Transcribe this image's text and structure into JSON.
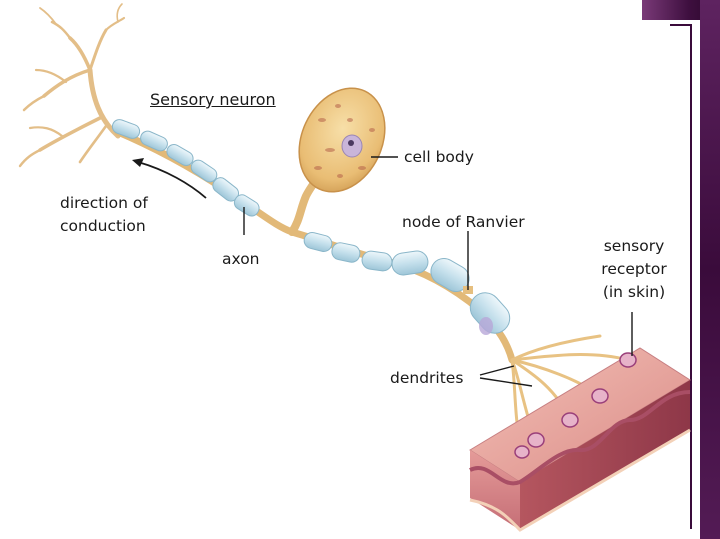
{
  "diagram": {
    "title": "Sensory neuron",
    "labels": {
      "cell_body": "cell body",
      "direction_line1": "direction of",
      "direction_line2": "conduction",
      "axon": "axon",
      "node_of_ranvier": "node of Ranvier",
      "receptor_line1": "sensory",
      "receptor_line2": "receptor",
      "receptor_line3": "(in skin)",
      "dendrites": "dendrites"
    }
  },
  "colors": {
    "accent_dark": "#3a0b3b",
    "myelin": "#c9e3ee",
    "neuron": "#e8c283",
    "skin": "#e9a6a0"
  }
}
